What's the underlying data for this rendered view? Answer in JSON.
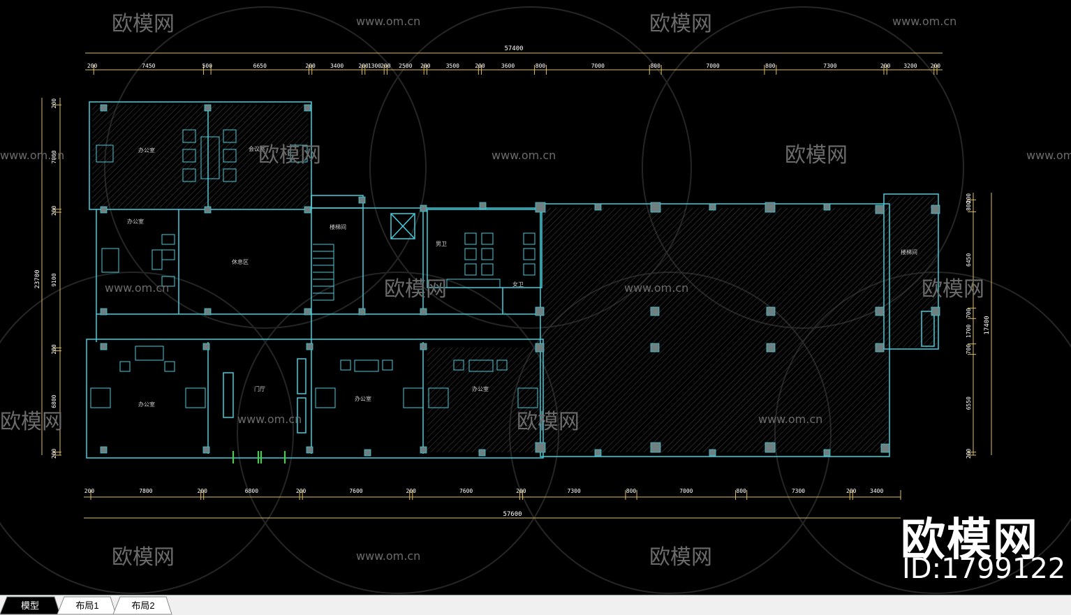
{
  "drawing": {
    "top_overall_dim": "57400",
    "bottom_overall_dim": "57600",
    "top_dims": [
      "200",
      "7450",
      "500",
      "6650",
      "200",
      "3400",
      "200",
      "1300",
      "200",
      "2500",
      "200",
      "3500",
      "200",
      "3600",
      "800",
      "7000",
      "800",
      "7000",
      "800",
      "7300",
      "200",
      "3200",
      "200"
    ],
    "bottom_dims": [
      "200",
      "7800",
      "200",
      "6800",
      "200",
      "7600",
      "200",
      "7600",
      "200",
      "7300",
      "800",
      "7000",
      "800",
      "7300",
      "200",
      "3400"
    ],
    "left_overall_dim": "23700",
    "left_dims": [
      "200",
      "7000",
      "200",
      "9100",
      "200",
      "6800",
      "200"
    ],
    "right_overall_dim": "17400",
    "right_dims": [
      "200",
      "800",
      "6450",
      "700",
      "1700",
      "700",
      "6550",
      "200"
    ],
    "room_labels": {
      "office_tl": "办公室",
      "meeting_tl": "会议室",
      "office_ml": "办公室",
      "lounge": "休息区",
      "stair_1": "楼梯间",
      "restroom_m": "男卫",
      "restroom_f": "女卫",
      "office_bl": "办公室",
      "lobby": "门厅",
      "office_bm": "办公室",
      "office_br": "办公室",
      "stair_2": "楼梯间"
    }
  },
  "watermark": {
    "brand": "欧模网",
    "url": "www.om.cn"
  },
  "brand_overlay": {
    "name": "欧模网",
    "id_text": "ID:1799122"
  },
  "tabs": [
    {
      "label": "模型",
      "active": true
    },
    {
      "label": "布局1",
      "active": false
    },
    {
      "label": "布局2",
      "active": false
    }
  ],
  "colors": {
    "background": "#000000",
    "wall": "#3fd0e0",
    "dim_line": "#e0c060",
    "dim_text": "#ffffff",
    "furniture": "#3fd0e0",
    "door_green": "#33dd33",
    "column": "#707f80"
  }
}
